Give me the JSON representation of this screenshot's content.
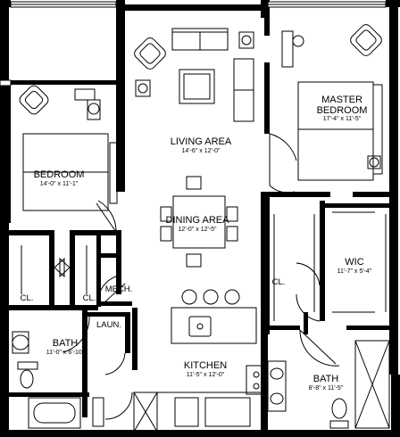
{
  "rooms": {
    "living": {
      "name": "LIVING AREA",
      "dims": "14'-6\" x 12'-0\""
    },
    "master": {
      "name_line1": "MASTER",
      "name_line2": "BEDROOM",
      "dims": "17'-4\" x 11'-5\""
    },
    "bedroom": {
      "name": "BEDROOM",
      "dims": "14'-0\" x 11'-1\""
    },
    "dining": {
      "name": "DINING AREA",
      "dims": "12'-0\" x 12'-5\""
    },
    "wic": {
      "name": "WIC",
      "dims": "11'-7\" x 5'-4\""
    },
    "closet_master": {
      "name": "CL."
    },
    "closet_left": {
      "name": "CL."
    },
    "closet_mid": {
      "name": "CL."
    },
    "mech": {
      "name": "MECH."
    },
    "laun": {
      "name": "LAUN."
    },
    "bath_left": {
      "name": "BATH",
      "dims": "11'-0\" x 6'-10\""
    },
    "kitchen": {
      "name": "KITCHEN",
      "dims": "11'-5\" x 12'-0\""
    },
    "bath_right": {
      "name": "BATH",
      "dims": "8'-8\" x 11'-5\""
    }
  }
}
